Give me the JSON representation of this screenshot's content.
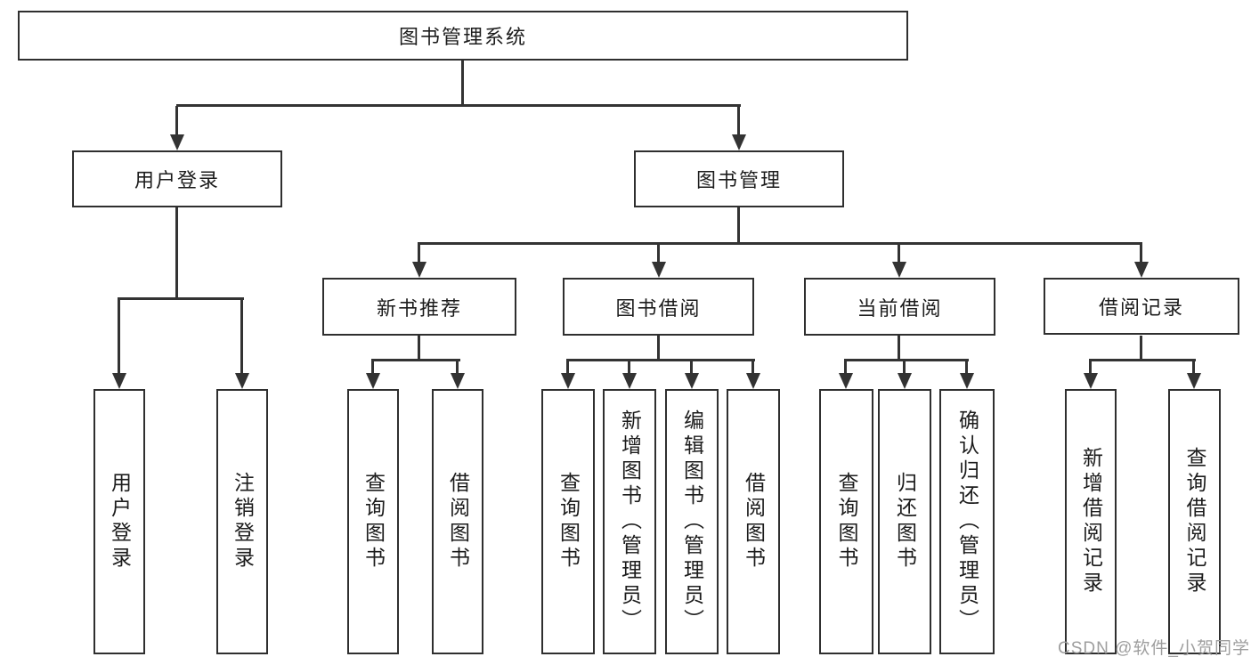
{
  "diagram": {
    "root": "图书管理系统",
    "level2": {
      "user_login": "用户登录",
      "book_mgmt": "图书管理"
    },
    "level3": {
      "new_books": "新书推荐",
      "borrow": "图书借阅",
      "current": "当前借阅",
      "records": "借阅记录"
    },
    "leaves": {
      "user_login_1": "用户登录",
      "user_login_2": "注销登录",
      "new_books_1": "查询图书",
      "new_books_2": "借阅图书",
      "borrow_1": "查询图书",
      "borrow_2": "新增图书（管理员）",
      "borrow_3": "编辑图书（管理员）",
      "borrow_4": "借阅图书",
      "current_1": "查询图书",
      "current_2": "归还图书",
      "current_3": "确认归还（管理员）",
      "records_1": "新增借阅记录",
      "records_2": "查询借阅记录"
    }
  },
  "watermark": "CSDN @软件_小贺同学",
  "colors": {
    "line": "#333333",
    "text": "#1c1c1c",
    "watermark": "#9e9e9e",
    "background": "#ffffff"
  }
}
